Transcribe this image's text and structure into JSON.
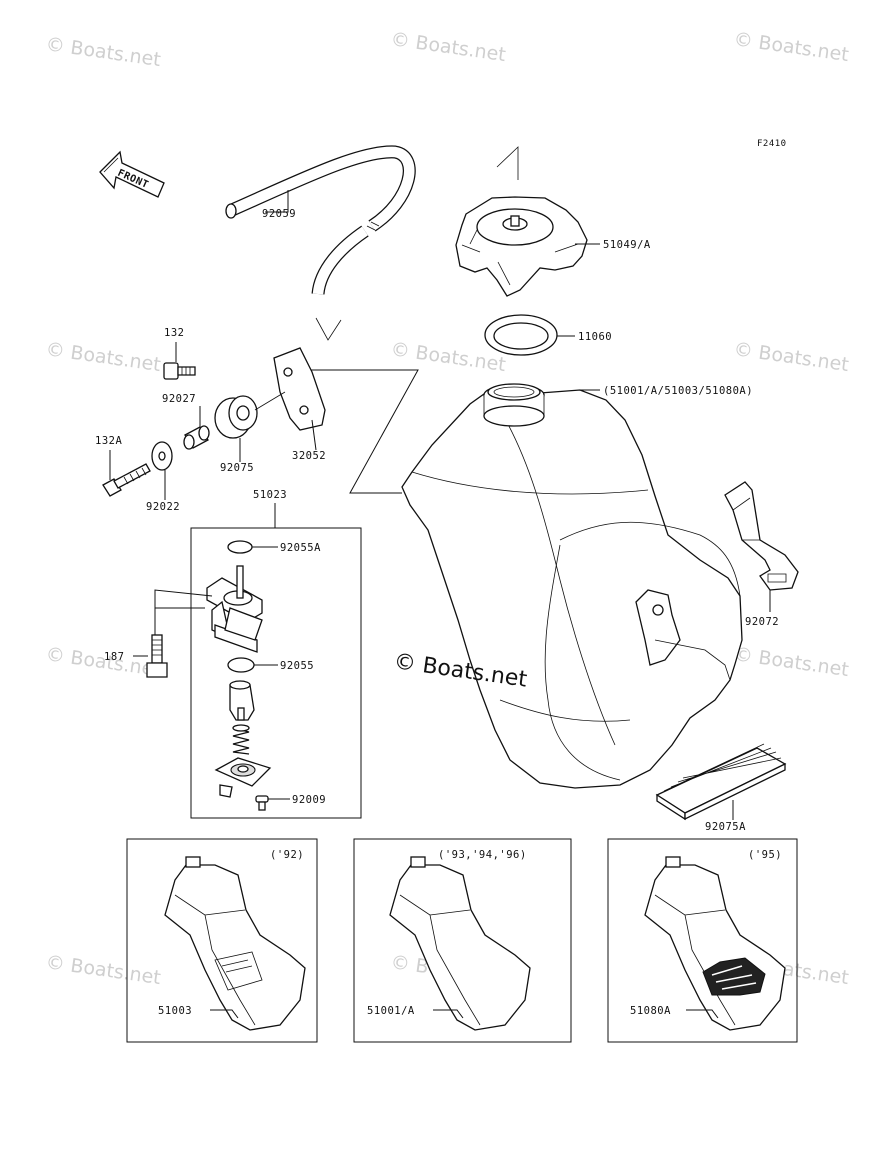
{
  "watermark": "© Boats.net",
  "center_watermark": "© Boats.net",
  "diagram_code": "F2410",
  "front_label": "FRONT",
  "parts": {
    "hose": "92059",
    "cap": "51049/A",
    "gasket": "11060",
    "tank": "(51001/A/51003/51080A)",
    "bolt_top": "132",
    "collar": "92027",
    "bracket": "32052",
    "bolt_left": "132A",
    "damper": "92075",
    "washer": "92022",
    "fuel_cock": "51023",
    "oring_a": "92055A",
    "bolt_cock": "187",
    "oring": "92055",
    "screw": "92009",
    "strap": "92072",
    "pad": "92075A"
  },
  "variants": [
    {
      "years": "('92)",
      "part": "51003"
    },
    {
      "years": "('93,'94,'96)",
      "part": "51001/A"
    },
    {
      "years": "('95)",
      "part": "51080A"
    }
  ]
}
